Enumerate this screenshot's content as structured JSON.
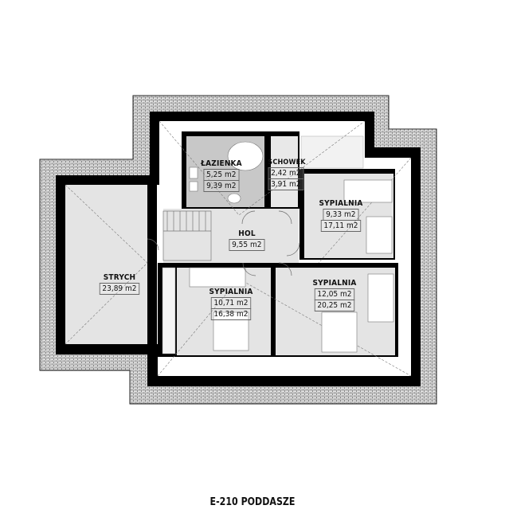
{
  "plan": {
    "title": "E-210 PODDASZE",
    "colors": {
      "wall": "#000000",
      "roof_hatch_bg": "#d8d8d8",
      "room_fill": "#e4e4e4",
      "bathroom_fill": "#c8c8c8",
      "gap_fill": "#ffffff",
      "line": "#888888"
    },
    "rooms": [
      {
        "id": "lazienka",
        "name": "ŁAZIENKA",
        "area_floor": "5,25 m2",
        "area_total": "9,39 m2"
      },
      {
        "id": "schowek",
        "name": "SCHOWEK",
        "area_floor": "2,42 m2",
        "area_total": "3,91 m2"
      },
      {
        "id": "sypialnia-ne",
        "name": "SYPIALNIA",
        "area_floor": "9,33 m2",
        "area_total": "17,11 m2"
      },
      {
        "id": "hol",
        "name": "HOL",
        "area_floor": "9,55 m2"
      },
      {
        "id": "strych",
        "name": "STRYCH",
        "area_floor": "23,89 m2"
      },
      {
        "id": "sypialnia-sw",
        "name": "SYPIALNIA",
        "area_floor": "10,71 m2",
        "area_total": "16,38 m2"
      },
      {
        "id": "sypialnia-se",
        "name": "SYPIALNIA",
        "area_floor": "12,05 m2",
        "area_total": "20,25 m2"
      }
    ]
  }
}
